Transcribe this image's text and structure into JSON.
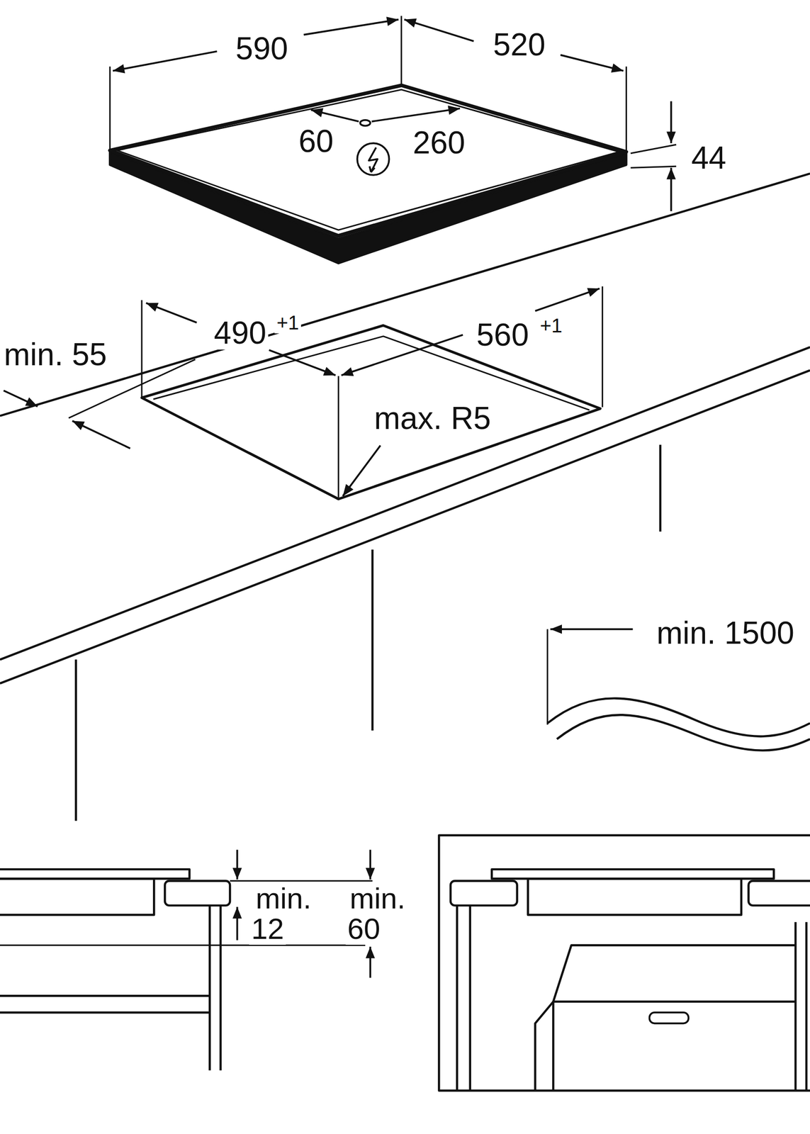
{
  "diagram": {
    "labels": [
      "590",
      "520",
      "60",
      "260",
      "44",
      "490",
      "+1",
      "560",
      "+1",
      "min. 55",
      "max. R5",
      "min. 1500",
      "min.",
      "12",
      "min.",
      "60"
    ]
  }
}
